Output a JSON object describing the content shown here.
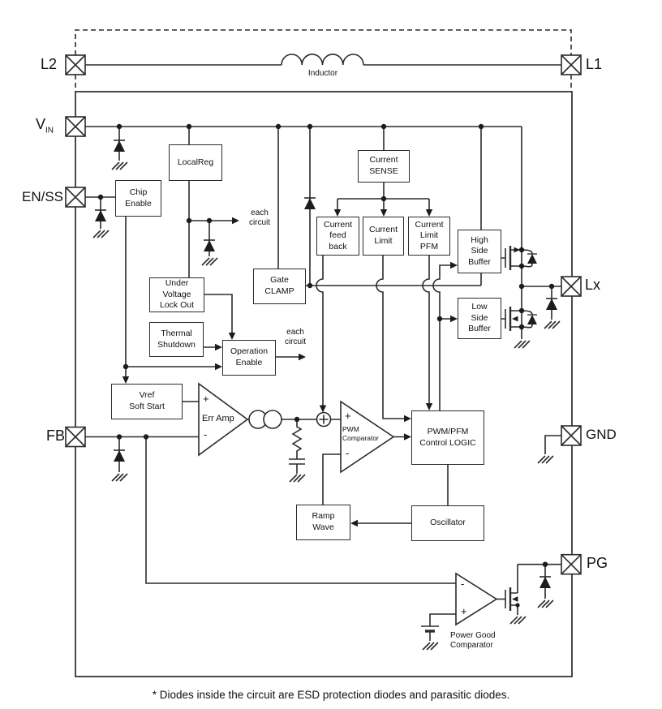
{
  "style_colors": {
    "ink": "#2b2b2b",
    "background": "#ffffff"
  },
  "pins": {
    "l2": {
      "label": "L2"
    },
    "l1": {
      "label": "L1"
    },
    "vin": {
      "label": "V",
      "sub": "IN"
    },
    "enss": {
      "label": "EN/SS"
    },
    "fb": {
      "label": "FB"
    },
    "lx": {
      "label": "Lx"
    },
    "gnd": {
      "label": "GND"
    },
    "pg": {
      "label": "PG"
    }
  },
  "blocks": {
    "localreg": {
      "label": "LocalReg"
    },
    "chip_enable": {
      "label": "Chip\nEnable"
    },
    "current_sense": {
      "label": "Current\nSENSE"
    },
    "current_feed_back": {
      "label": "Current\nfeed\nback"
    },
    "current_limit": {
      "label": "Current\nLimit"
    },
    "current_limit_pfm": {
      "label": "Current\nLimit\nPFM"
    },
    "high_side_buffer": {
      "label": "High\nSide\nBuffer"
    },
    "low_side_buffer": {
      "label": "Low\nSide\nBuffer"
    },
    "under_voltage_lock_out": {
      "label": "Under\nVoltage\nLock Out"
    },
    "gate_clamp": {
      "label": "Gate\nCLAMP"
    },
    "thermal_shutdown": {
      "label": "Thermal\nShutdown"
    },
    "operation_enable": {
      "label": "Operation\nEnable"
    },
    "vref_soft_start": {
      "label": "Vref\nSoft Start"
    },
    "control_logic": {
      "label": "PWM/PFM\nControl LOGIC"
    },
    "ramp_wave": {
      "label": "Ramp\nWave"
    },
    "oscillator": {
      "label": "Oscillator"
    }
  },
  "amplifiers": {
    "err_amp": {
      "label": "Err Amp",
      "plus": "+",
      "minus": "-"
    },
    "pwm_comparator": {
      "label": "PWM\nComparator",
      "plus": "+",
      "minus": "-"
    },
    "power_good_comparator": {
      "label": "Power Good\nComparator",
      "plus": "+",
      "minus": "-"
    }
  },
  "annotations": {
    "inductor": "Inductor",
    "each_circuit_localreg": "each\ncircuit",
    "each_circuit_enable": "each\ncircuit",
    "footnote": "* Diodes inside the circuit are ESD protection diodes and parasitic diodes."
  }
}
